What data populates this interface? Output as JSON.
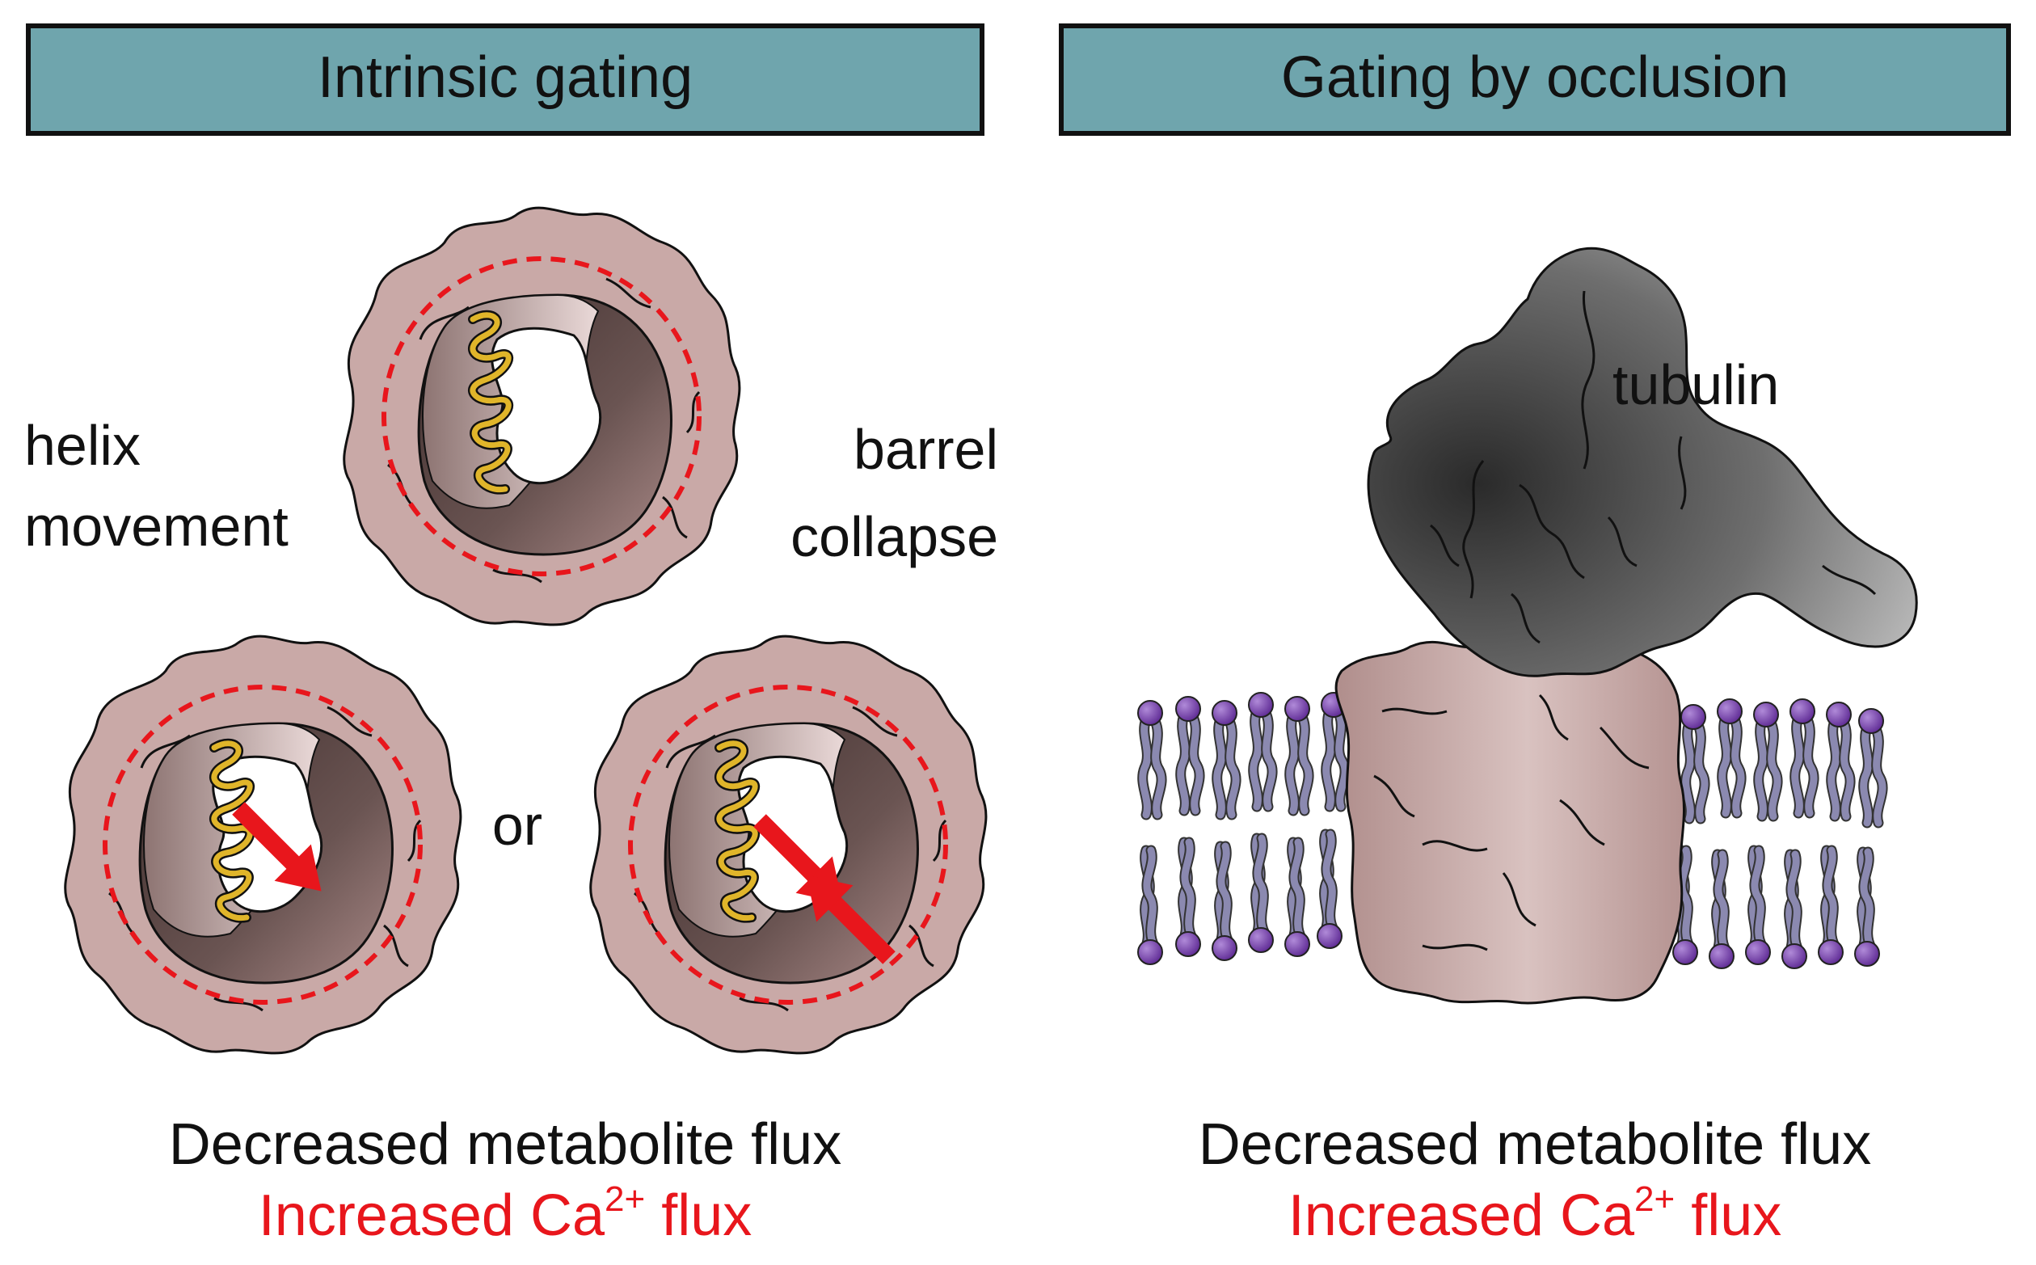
{
  "headers": {
    "left": "Intrinsic gating",
    "right": "Gating by occlusion"
  },
  "labels": {
    "helix_line1": "helix",
    "helix_line2": "movement",
    "barrel_line1": "barrel",
    "barrel_line2": "collapse",
    "or": "or",
    "tubulin": "tubulin"
  },
  "captions": {
    "left": {
      "line1": "Decreased metabolite flux",
      "line2_pre": "Increased Ca",
      "line2_sup": "2+",
      "line2_post": " flux"
    },
    "right": {
      "line1": "Decreased metabolite flux",
      "line2_pre": "Increased Ca",
      "line2_sup": "2+",
      "line2_post": " flux"
    }
  },
  "colors": {
    "header_fill": "#6fa5ad",
    "protein_fill": "#c9a9a7",
    "pore_dark": "#5a4442",
    "helix": "#e0b52a",
    "arrow": "#e8161c",
    "dashed_circle": "#e8161c",
    "lipid_head": "#7b3fb0",
    "lipid_tail": "#8b89b0",
    "tubulin_dark": "#3a3a3a",
    "tubulin_light": "#b5b5b5"
  }
}
